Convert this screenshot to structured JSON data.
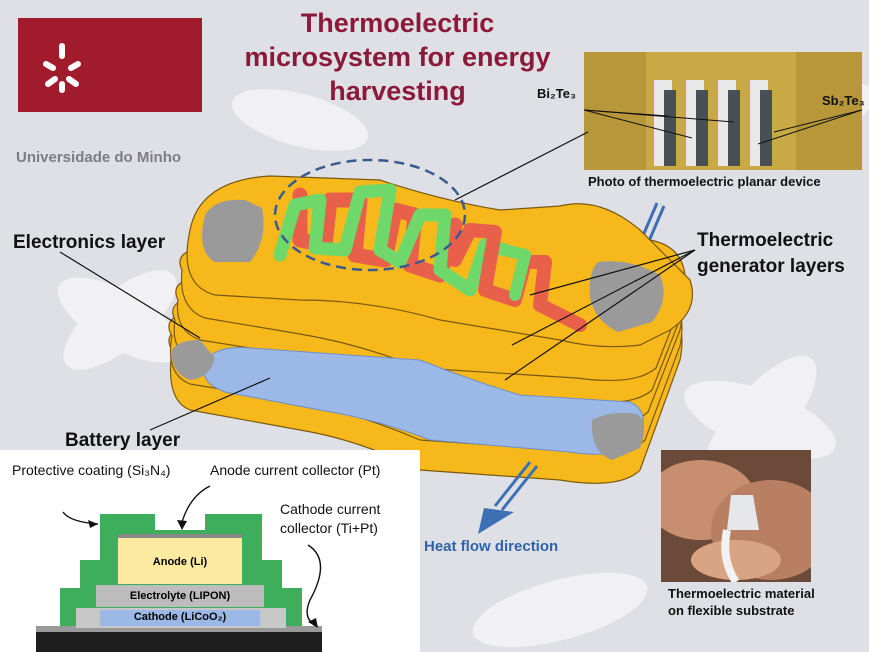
{
  "title": "Thermoelectric microsystem for energy harvesting",
  "university": "Universidade do Minho",
  "labels": {
    "electronics_layer": "Electronics layer",
    "te_generator_line1": "Thermoelectric",
    "te_generator_line2": "generator layers",
    "battery_layer": "Battery layer",
    "heat_flow": "Heat flow direction",
    "photo_caption": "Photo of thermoelectric planar device",
    "flex_caption_line1": "Thermoelectric material",
    "flex_caption_line2": "on flexible substrate",
    "bi2te3": "Bi₂Te₃",
    "sb2te3": "Sb₂Te₃"
  },
  "battery": {
    "protective_coating": "Protective coating (Si₃N₄)",
    "anode_collector": "Anode current collector (Pt)",
    "cathode_collector_line1": "Cathode current",
    "cathode_collector_line2": "collector (Ti+Pt)",
    "anode": "Anode (Li)",
    "electrolyte": "Electrolyte (LIPON)",
    "cathode": "Cathode (LiCoO₂)"
  },
  "colors": {
    "title": "#8b1a3a",
    "logo": "#a01c2c",
    "layer_orange": "#f7b81c",
    "n_type_red": "#e8604a",
    "p_type_green": "#6fd86a",
    "battery_blue": "#9bb8e6",
    "heat_arrow": "#3d6fb5",
    "coating_green": "#3fae5c"
  }
}
